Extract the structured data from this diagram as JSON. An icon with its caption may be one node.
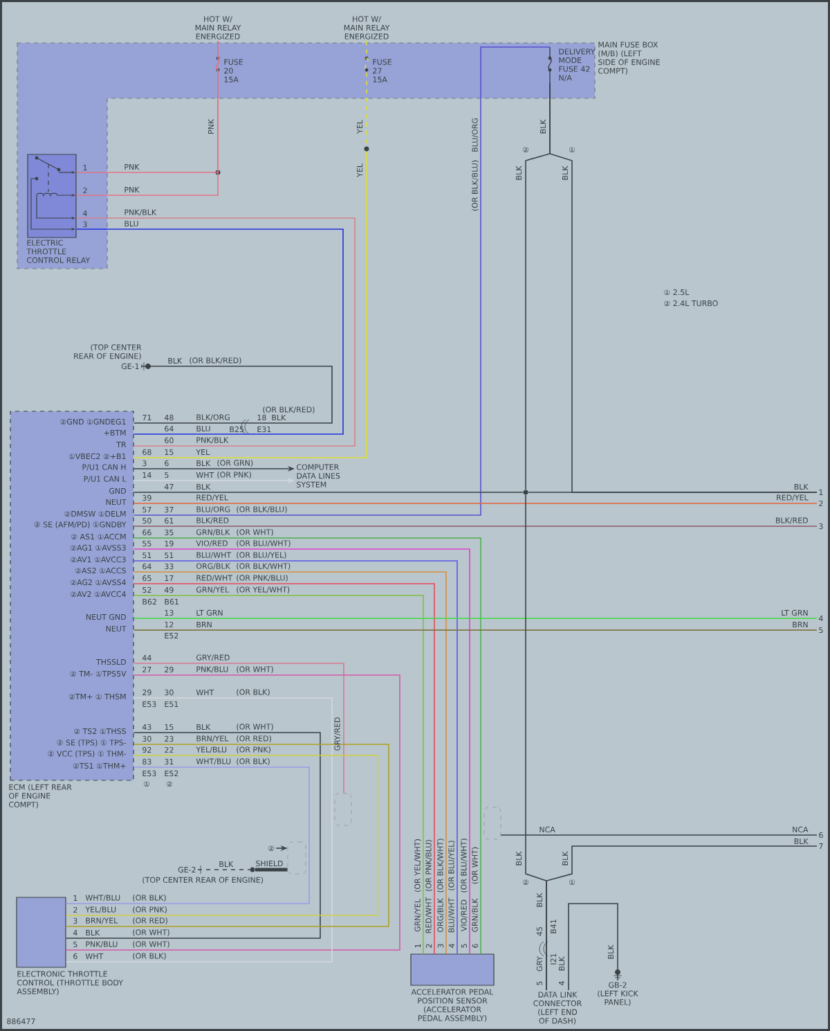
{
  "diagram": {
    "nodes": [
      {
        "text": [
          "MAIN FUSE BOX (M/B) (LEFT SIDE OF ENGINE COMPT)"
        ]
      },
      {
        "text": [
          "HOT W/ MAIN RELAY ENERGIZED"
        ]
      },
      {
        "text": [
          "HOT W/ MAIN RELAY ENERGIZED"
        ]
      },
      {
        "text": [
          "DELIVERY MODE FUSE 42 N/A"
        ],
        "in": 0
      },
      {
        "text": [
          "ELECTRIC THROTTLE CONTROL RELAY"
        ],
        "in": 0
      },
      {
        "text": [],
        "shape": "circle"
      },
      {
        "text": [
          "GE-1"
        ],
        "beside": [
          "(TOP CENTER REAR OF ENGINE)"
        ]
      },
      {
        "text": [
          "ECM (LEFT REAR OF ENGINE COMPT)"
        ]
      },
      {
        "text": [
          "COMPUTER DATA LINES SYSTEM"
        ]
      },
      {
        "text": [],
        "shape": "circle"
      },
      {
        "text": [
          "ELECTRONIC THROTTLE CONTROL (THROTTLE BODY ASSEMBLY)"
        ]
      },
      {
        "text": [
          "GE-2"
        ],
        "beside": [
          "(TOP CENTER REAR OF ENGINE)"
        ]
      },
      {
        "text": [],
        "shape": "circle"
      },
      {
        "text": [
          "ACCELERATOR PEDAL POSITION SENSOR (ACCELERATOR PEDAL ASSEMBLY)"
        ]
      },
      {
        "text": [
          "DATA LINK CONNECTOR (LEFT END OF DASH)"
        ]
      },
      {
        "text": [
          "GB-2"
        ],
        "beside": [
          "(LEFT KICK PANEL)"
        ]
      },
      {
        "text": [
          "1"
        ]
      },
      {
        "text": [
          "2"
        ]
      },
      {
        "text": [
          "3"
        ]
      },
      {
        "text": [
          "4"
        ]
      },
      {
        "text": [
          "5"
        ]
      },
      {
        "text": [
          "6"
        ]
      },
      {
        "text": [
          "7"
        ]
      },
      {
        "text": [
          "②"
        ]
      },
      {
        "text": [],
        "shape": "box"
      },
      {
        "text": [],
        "shape": "box"
      },
      {
        "text": [],
        "shape": "box"
      }
    ],
    "edges": [
      {
        "from": 1,
        "to": 4,
        "arrow": "none",
        "label": "PNK",
        "color": "#e07585"
      },
      {
        "from": 1,
        "to": 4,
        "arrow": "none",
        "label": "PNK",
        "color": "#e07585"
      },
      {
        "from": 2,
        "to": 5,
        "arrow": "none",
        "label": "YEL",
        "style": "dashed",
        "color": "#dede3a"
      },
      {
        "from": 5,
        "to": 7,
        "arrow": "none",
        "label": "YEL",
        "color": "#dede3a"
      },
      {
        "from": 4,
        "to": 7,
        "arrow": "none",
        "label": "PNK/BLK",
        "color": "#d8808e"
      },
      {
        "from": 4,
        "to": 7,
        "arrow": "none",
        "label": "BLU",
        "color": "#2230e0"
      },
      {
        "from": 7,
        "to": 3,
        "arrow": "none",
        "label": "BLU/ORG",
        "color": "#5a4fd0"
      },
      {
        "from": 3,
        "to": 9,
        "arrow": "none",
        "label": "BLK"
      },
      {
        "from": 3,
        "to": 16,
        "arrow": "none",
        "label": "BLK"
      },
      {
        "from": 6,
        "to": 7,
        "arrow": "none",
        "label": "BLK"
      },
      {
        "from": 7,
        "to": 8,
        "arrow": "to",
        "label": "BLK"
      },
      {
        "from": 7,
        "to": 8,
        "arrow": "to",
        "label": "WHT",
        "color": "#d4d8dc"
      },
      {
        "from": 7,
        "to": 9,
        "arrow": "none",
        "label": "BLK"
      },
      {
        "from": 9,
        "to": 16,
        "arrow": "none",
        "label": "BLK"
      },
      {
        "from": 7,
        "to": 17,
        "arrow": "none",
        "label": "RED/YEL",
        "color": "#e8603a"
      },
      {
        "from": 7,
        "to": 18,
        "arrow": "none",
        "label": "BLK/RED",
        "color": "#8a5a68"
      },
      {
        "from": 7,
        "to": 13,
        "arrow": "none",
        "label": "GRN/BLK",
        "color": "#4fb04f"
      },
      {
        "from": 7,
        "to": 13,
        "arrow": "none",
        "label": "VIO/RED",
        "color": "#e040c8"
      },
      {
        "from": 7,
        "to": 13,
        "arrow": "none",
        "label": "BLU/WHT",
        "color": "#5858e8"
      },
      {
        "from": 7,
        "to": 13,
        "arrow": "none",
        "label": "ORG/BLK",
        "color": "#d89040"
      },
      {
        "from": 7,
        "to": 13,
        "arrow": "none",
        "label": "RED/WHT",
        "color": "#e84858"
      },
      {
        "from": 7,
        "to": 13,
        "arrow": "none",
        "label": "GRN/YEL",
        "color": "#80c040"
      },
      {
        "from": 7,
        "to": 19,
        "arrow": "none",
        "label": "LT GRN",
        "color": "#40d840"
      },
      {
        "from": 7,
        "to": 20,
        "arrow": "none",
        "label": "BRN",
        "color": "#7a6a30"
      },
      {
        "from": 7,
        "to": 24,
        "arrow": "none",
        "label": "GRY/RED",
        "color": "#d87890"
      },
      {
        "from": 7,
        "to": 10,
        "arrow": "none",
        "label": "PNK/BLU",
        "color": "#d858a8"
      },
      {
        "from": 7,
        "to": 10,
        "arrow": "none",
        "label": "WHT",
        "color": "#d4d8dc"
      },
      {
        "from": 7,
        "to": 10,
        "arrow": "none",
        "label": "BLK"
      },
      {
        "from": 7,
        "to": 10,
        "arrow": "none",
        "label": "BRN/YEL",
        "color": "#b0a020"
      },
      {
        "from": 7,
        "to": 10,
        "arrow": "none",
        "label": "YEL/BLU",
        "color": "#d0d040"
      },
      {
        "from": 7,
        "to": 10,
        "arrow": "none",
        "label": "WHT/BLU",
        "color": "#9a9ae8"
      },
      {
        "from": 11,
        "to": 12,
        "arrow": "none",
        "label": "BLK",
        "style": "dashed"
      },
      {
        "from": 12,
        "to": 25,
        "arrow": "none",
        "label": "SHIELD",
        "style": "thick"
      },
      {
        "from": 26,
        "to": 21,
        "arrow": "none",
        "label": "NCA"
      },
      {
        "from": 9,
        "to": 14,
        "arrow": "none",
        "label": "BLK"
      },
      {
        "from": 22,
        "to": 14,
        "arrow": "none",
        "label": "BLK"
      },
      {
        "from": 14,
        "to": 15,
        "arrow": "none",
        "label": "BLK"
      },
      {
        "from": 23,
        "to": 25,
        "arrow": "to"
      }
    ],
    "labels": [
      "FUSE 20 15A",
      "FUSE 27 15A",
      "PNK",
      "1",
      "2",
      "4",
      "3",
      "(OR BLK/BLU)",
      "BLK",
      "②",
      "①",
      "① 2.5L",
      "② 2.4L TURBO",
      "(OR BLK/RED)",
      "(OR BLK/RED)",
      "②GND ①GNDEG1",
      "+BTM",
      "TR",
      "①VBEC2 ②+B1",
      "P/U1 CAN H",
      "P/U1 CAN L",
      "GND",
      "NEUT",
      "②DMSW ①DELM",
      "② SE (AFM/PD) ①GNDBY",
      "② AS1 ①ACCM",
      "②AG1 ①AVSS3",
      "②AV1 ①AVCC3",
      "②AS2 ①ACCS",
      "②AG2 ①AVSS4",
      "②AV2 ①AVCC4",
      "NEUT GND",
      "NEUT",
      "THSSLD",
      "② TM- ①TPS5V",
      "②TM+ ① THSM",
      "② TS2 ①THSS",
      "② SE (TPS) ① TPS-",
      "② VCC (TPS) ① THM-",
      "②TS1 ①THM+",
      "71",
      "48",
      "BLK/ORG",
      "18",
      "BLK",
      "64",
      "BLU",
      "B25",
      "E31",
      "60",
      "PNK/BLK",
      "68",
      "15",
      "YEL",
      "3",
      "6",
      "(OR GRN)",
      "14",
      "5",
      "(OR PNK)",
      "47",
      "39",
      "57",
      "37",
      "BLU/ORG",
      "(OR BLK/BLU)",
      "50",
      "61",
      "66",
      "35",
      "GRN/BLK",
      "(OR WHT)",
      "55",
      "19",
      "VIO/RED",
      "(OR BLU/WHT)",
      "51",
      "51",
      "BLU/WHT",
      "(OR BLU/YEL)",
      "64",
      "33",
      "ORG/BLK",
      "(OR BLK/WHT)",
      "65",
      "17",
      "RED/WHT",
      "(OR PNK/BLU)",
      "52",
      "49",
      "GRN/YEL",
      "(OR YEL/WHT)",
      "B62",
      "B61",
      "13",
      "12",
      "E52",
      "44",
      "27",
      "29",
      "PNK/BLU",
      "(OR WHT)",
      "29",
      "30",
      "WHT",
      "(OR BLK)",
      "E53",
      "E51",
      "43",
      "15",
      "BLK",
      "(OR WHT)",
      "30",
      "23",
      "BRN/YEL",
      "(OR RED)",
      "92",
      "22",
      "YEL/BLU",
      "(OR PNK)",
      "83",
      "31",
      "WHT/BLU",
      "(OR BLK)",
      "E53",
      "E52",
      "①",
      "②",
      "RED/YEL",
      "BLK/RED",
      "LT GRN",
      "BRN",
      "NCA",
      "BLK",
      "GRY/RED",
      "1",
      "(OR YEL/WHT)",
      "2",
      "(OR PNK/BLU)",
      "3",
      "(OR BLK/WHT)",
      "4",
      "(OR BLU/YEL)",
      "5",
      "(OR BLU/WHT)",
      "6",
      "(OR WHT)",
      "1",
      "(OR BLK)",
      "2",
      "(OR PNK)",
      "3",
      "(OR RED)",
      "4",
      "(OR WHT)",
      "5",
      "(OR WHT)",
      "6",
      "(OR BLK)",
      "②",
      "①",
      "BLK",
      "45",
      "B41",
      "I21",
      "GRY",
      "5",
      "4",
      "BLK",
      "886477"
    ]
  }
}
